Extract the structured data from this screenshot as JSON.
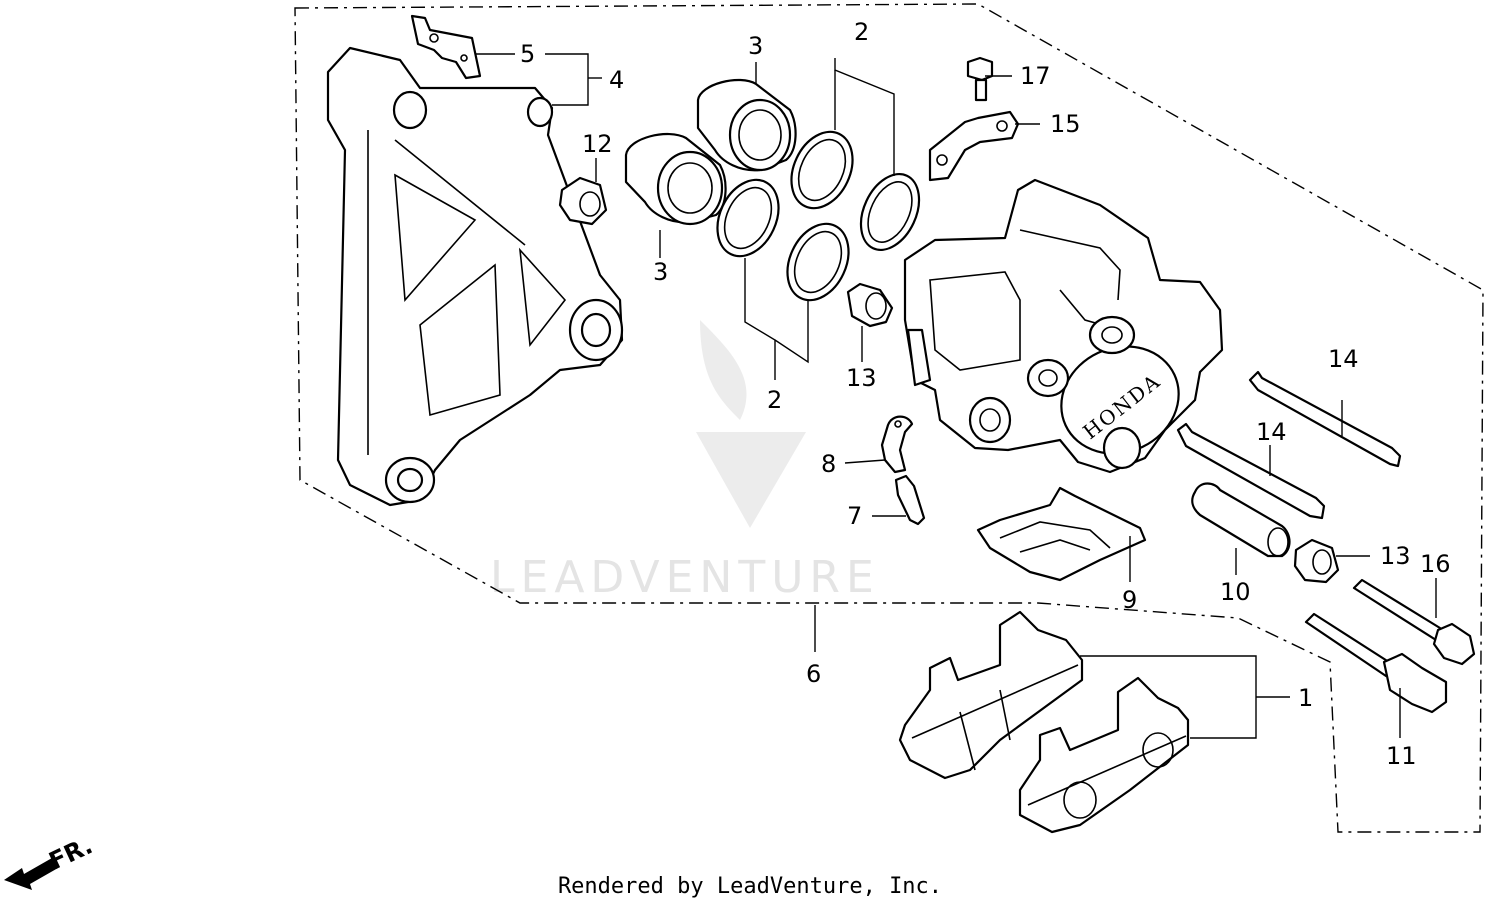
{
  "diagram": {
    "callouts": {
      "c1": "1",
      "c2a": "2",
      "c2b": "2",
      "c3a": "3",
      "c3b": "3",
      "c4": "4",
      "c5": "5",
      "c6": "6",
      "c7": "7",
      "c8": "8",
      "c9": "9",
      "c10": "10",
      "c11": "11",
      "c12": "12",
      "c13a": "13",
      "c13b": "13",
      "c14a": "14",
      "c14b": "14",
      "c15": "15",
      "c16": "16",
      "c17": "17"
    },
    "caliper_brand": "HONDA",
    "direction_label": "FR.",
    "watermark": "LEADVENTURE"
  },
  "footer": {
    "credit": "Rendered by LeadVenture, Inc."
  }
}
